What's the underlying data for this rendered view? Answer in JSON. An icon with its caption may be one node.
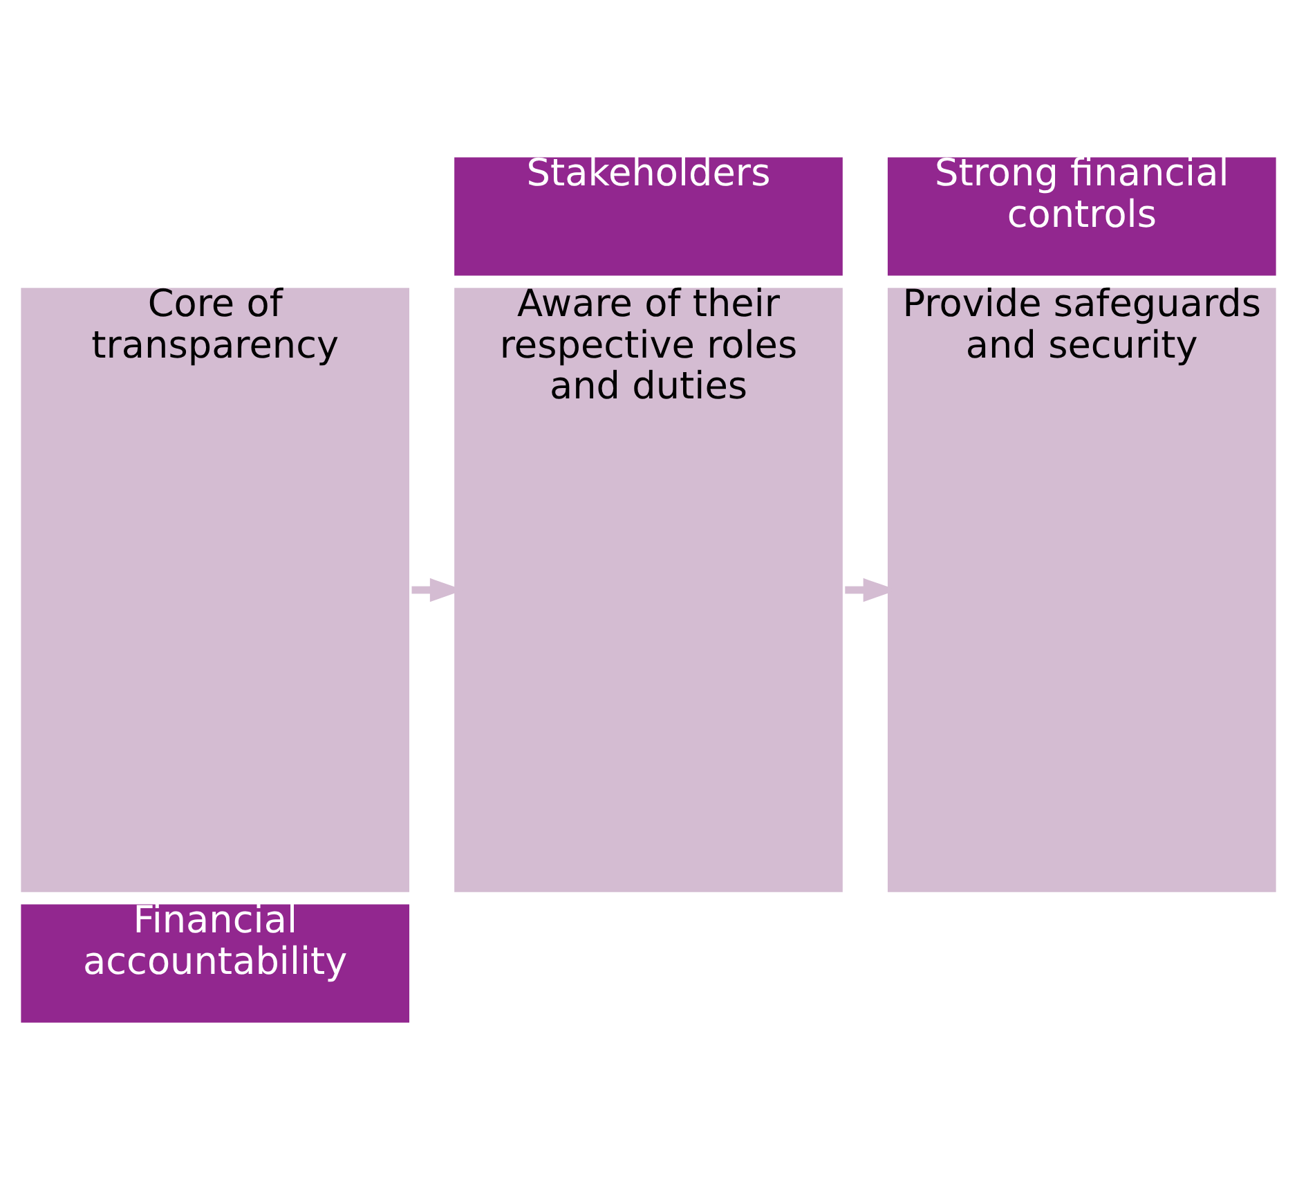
{
  "diagram": {
    "nodes": [
      {
        "text": [
          "Financial accountability"
        ]
      },
      {
        "text": [
          "Core of transparency"
        ]
      },
      {
        "text": [
          "Stakeholders"
        ]
      },
      {
        "text": [
          "Aware of their respective roles and duties"
        ]
      },
      {
        "text": [
          "Strong financial controls"
        ]
      },
      {
        "text": [
          "Provide safeguards and security"
        ]
      }
    ],
    "edges": [
      {
        "from": 1,
        "to": 3,
        "arrow": "to"
      },
      {
        "from": 3,
        "to": 5,
        "arrow": "to"
      }
    ]
  }
}
